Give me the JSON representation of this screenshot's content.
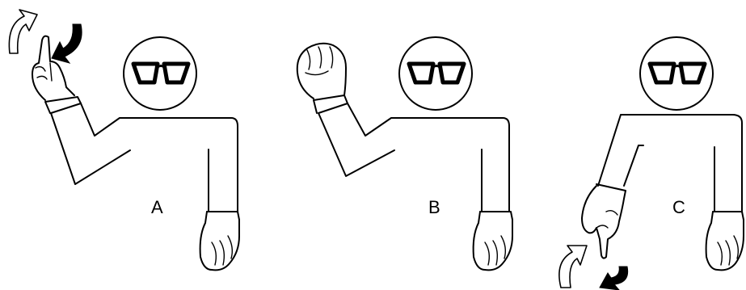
{
  "panels": [
    {
      "id": "A",
      "label": "A"
    },
    {
      "id": "B",
      "label": "B"
    },
    {
      "id": "C",
      "label": "C"
    }
  ],
  "icons": {
    "glasses": "glasses-icon",
    "rotate_open": "curved-arrow-outline-icon",
    "rotate_dark": "curved-arrow-filled-icon"
  },
  "colors": {
    "line": "#000000",
    "background": "#ffffff"
  }
}
